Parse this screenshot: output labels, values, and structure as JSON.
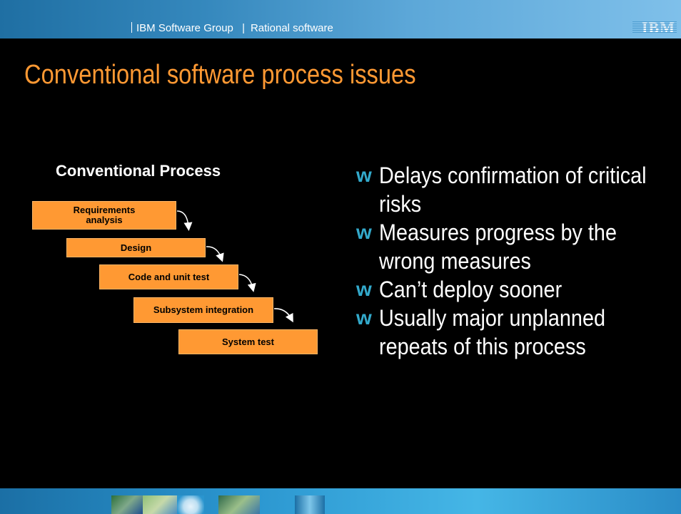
{
  "header": {
    "group": "IBM Software Group",
    "separator": "|",
    "product": "Rational software",
    "logo_text": "IBM"
  },
  "slide": {
    "title": "Conventional software process issues",
    "diagram": {
      "title": "Conventional Process",
      "steps": [
        {
          "label": "Requirements\nanalysis"
        },
        {
          "label": "Design"
        },
        {
          "label": "Code and unit test"
        },
        {
          "label": "Subsystem integration"
        },
        {
          "label": "System test"
        }
      ]
    },
    "bullet_marker": "w",
    "bullets": [
      "Delays confirmation of critical risks",
      "Measures progress by the wrong measures",
      "Can’t deploy sooner",
      "Usually major unplanned repeats of this process"
    ]
  },
  "colors": {
    "background": "#000000",
    "title": "#ff9933",
    "step_fill": "#ff9933",
    "bullet_marker": "#33aacc",
    "header_band": "#3588bd"
  }
}
